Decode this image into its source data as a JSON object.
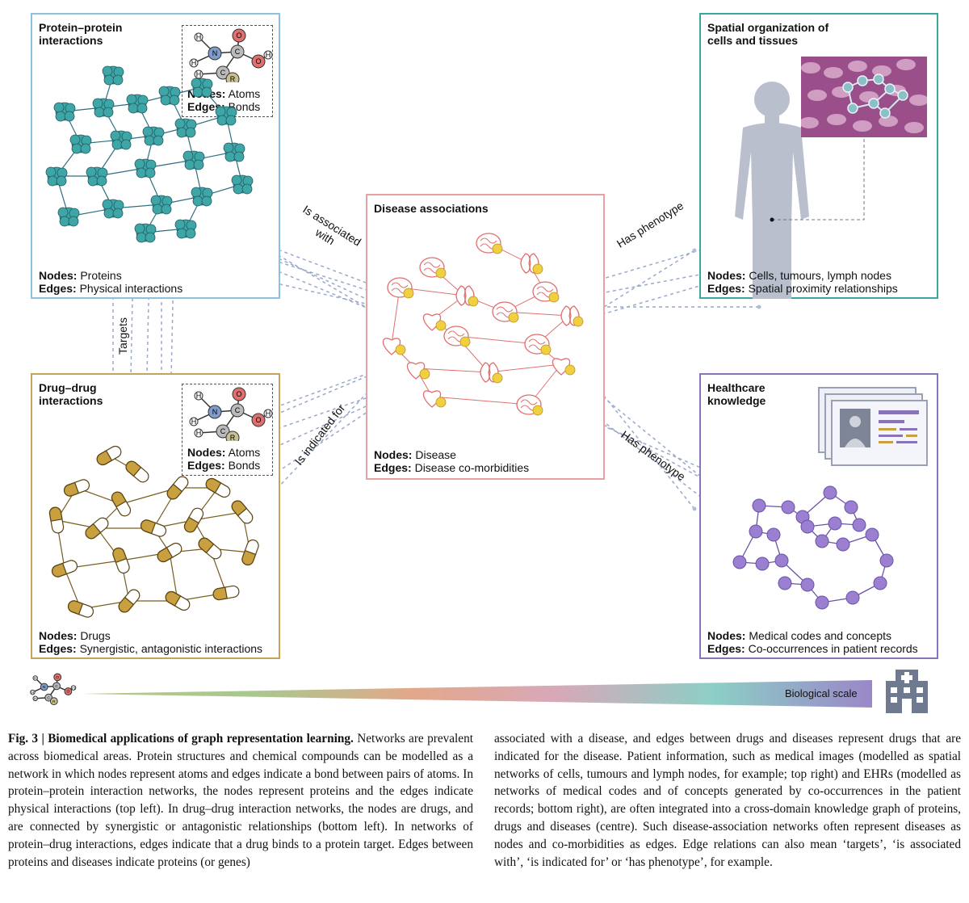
{
  "panels": {
    "ppi": {
      "title": "Protein–protein\ninteractions",
      "nodes_label": "Nodes:",
      "nodes_value": " Proteins",
      "edges_label": "Edges:",
      "edges_value": " Physical interactions",
      "inset_nodes_label": "Nodes:",
      "inset_nodes_value": " Atoms",
      "inset_edges_label": "Edges:",
      "inset_edges_value": " Bonds"
    },
    "ddi": {
      "title": "Drug–drug\ninteractions",
      "nodes_label": "Nodes:",
      "nodes_value": " Drugs",
      "edges_label": "Edges:",
      "edges_value": " Synergistic, antagonistic interactions",
      "inset_nodes_label": "Nodes:",
      "inset_nodes_value": " Atoms",
      "inset_edges_label": "Edges:",
      "inset_edges_value": " Bonds"
    },
    "disease": {
      "title": "Disease associations",
      "nodes_label": "Nodes:",
      "nodes_value": " Disease",
      "edges_label": "Edges:",
      "edges_value": " Disease co-morbidities"
    },
    "spatial": {
      "title": "Spatial organization of\ncells and tissues",
      "nodes_label": "Nodes:",
      "nodes_value": " Cells, tumours, lymph nodes",
      "edges_label": "Edges:",
      "edges_value": " Spatial proximity relationships"
    },
    "health": {
      "title": "Healthcare\nknowledge",
      "nodes_label": "Nodes:",
      "nodes_value": " Medical codes and concepts",
      "edges_label": "Edges:",
      "edges_value": " Co-occurrences in patient records"
    }
  },
  "relations": {
    "targets": "Targets",
    "associated": "Is associated\nwith",
    "indicated": "Is indicated for",
    "phenotype_top": "Has phenotype",
    "phenotype_bottom": "Has phenotype"
  },
  "scale_label": "Biological scale",
  "molecule_atoms": [
    "H",
    "H",
    "N",
    "C",
    "C",
    "O",
    "O",
    "H",
    "H",
    "R"
  ],
  "colors": {
    "ppi": "#8ec1e0",
    "ddi": "#c5a35a",
    "disease": "#e8a0a0",
    "spatial": "#3aa6a0",
    "health": "#8a74b8",
    "protein": "#3fa6a8",
    "drug": "#c9a040",
    "organ": "#e07070",
    "spot": "#f0d040",
    "node": "#9b7fd0"
  },
  "caption": {
    "fig_label": "Fig. 3 | Biomedical applications of graph representation learning.",
    "col1_rest": " Networks are prevalent across biomedical areas. Protein structures and chemical compounds can be modelled as a network in which nodes represent atoms and edges indicate a bond between pairs of atoms. In protein–protein interaction networks, the nodes represent proteins and the edges indicate physical interactions (top left). In drug–drug interaction networks, the nodes are drugs, and are connected by synergistic or antagonistic relationships (bottom left). In networks of protein–drug interactions, edges indicate that a drug binds to a protein target. Edges between proteins and diseases indicate proteins (or genes)",
    "col2": "associated with a disease, and edges between drugs and diseases represent drugs that are indicated for the disease. Patient information, such as medical images (modelled as spatial networks of cells, tumours and lymph nodes, for example; top right) and EHRs (modelled as networks of medical codes and of concepts generated by co-occurrences in the patient records; bottom right), are often integrated into a cross-domain knowledge graph of proteins, drugs and diseases (centre). Such disease-association networks often represent diseases as nodes and co-morbidities as edges. Edge relations can also mean ‘targets’, ‘is associated with’, ‘is indicated for’ or ‘has phenotype’, for example."
  }
}
